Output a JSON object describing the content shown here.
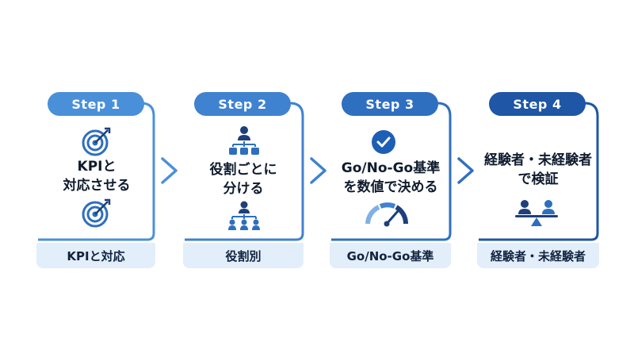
{
  "steps": [
    {
      "label": "Step 1",
      "text_lines": [
        "KPIと",
        "対応させる"
      ],
      "footer": "KPIと対応",
      "color": "#4a90d9",
      "icons": [
        "target-icon",
        "target-icon"
      ]
    },
    {
      "label": "Step 2",
      "text_lines": [
        "役割ごとに",
        "分ける"
      ],
      "footer": "役割別",
      "color": "#3f82d0",
      "icons": [
        "org-chart-icon",
        "team-hierarchy-icon"
      ]
    },
    {
      "label": "Step 3",
      "text_lines": [
        "Go/No-Go基準",
        "を数値で決める"
      ],
      "footer": "Go/No-Go基準",
      "color": "#2f6fc0",
      "icons": [
        "check-circle-icon",
        "gauge-icon"
      ]
    },
    {
      "label": "Step 4",
      "text_lines": [
        "経験者・未経験者",
        "で検証"
      ],
      "footer": "経験者・未経験者",
      "color": "#1f56a6",
      "icons": [
        "balance-people-icon"
      ]
    }
  ],
  "colors": {
    "footer_bg": "#e3eefb",
    "icon_blue": "#2e6fbd",
    "icon_dark": "#1d3f7a"
  }
}
